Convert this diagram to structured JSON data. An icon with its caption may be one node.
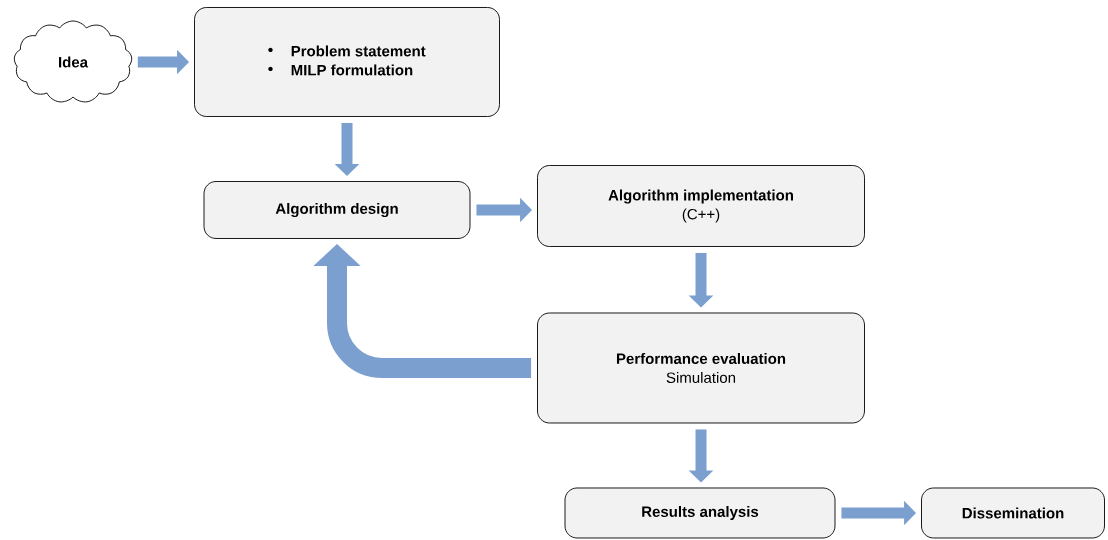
{
  "diagram": {
    "nodes": [
      {
        "text": [
          "Idea"
        ]
      },
      {
        "text": [
          "Problem statement",
          "MILP formulation"
        ]
      },
      {
        "text": [
          "Algorithm design"
        ]
      },
      {
        "text": [
          "Algorithm implementation",
          "(C++)"
        ]
      },
      {
        "text": [
          "Performance evaluation",
          "Simulation"
        ]
      },
      {
        "text": [
          "Results analysis"
        ]
      },
      {
        "text": [
          "Dissemination"
        ]
      }
    ],
    "edges": [
      {
        "from": 0,
        "to": 1,
        "arrow": "to"
      },
      {
        "from": 1,
        "to": 2,
        "arrow": "to"
      },
      {
        "from": 2,
        "to": 3,
        "arrow": "to"
      },
      {
        "from": 3,
        "to": 4,
        "arrow": "to"
      },
      {
        "from": 4,
        "to": 2,
        "arrow": "to",
        "style": "thick"
      },
      {
        "from": 4,
        "to": 5,
        "arrow": "to"
      },
      {
        "from": 5,
        "to": 6,
        "arrow": "to"
      }
    ]
  }
}
